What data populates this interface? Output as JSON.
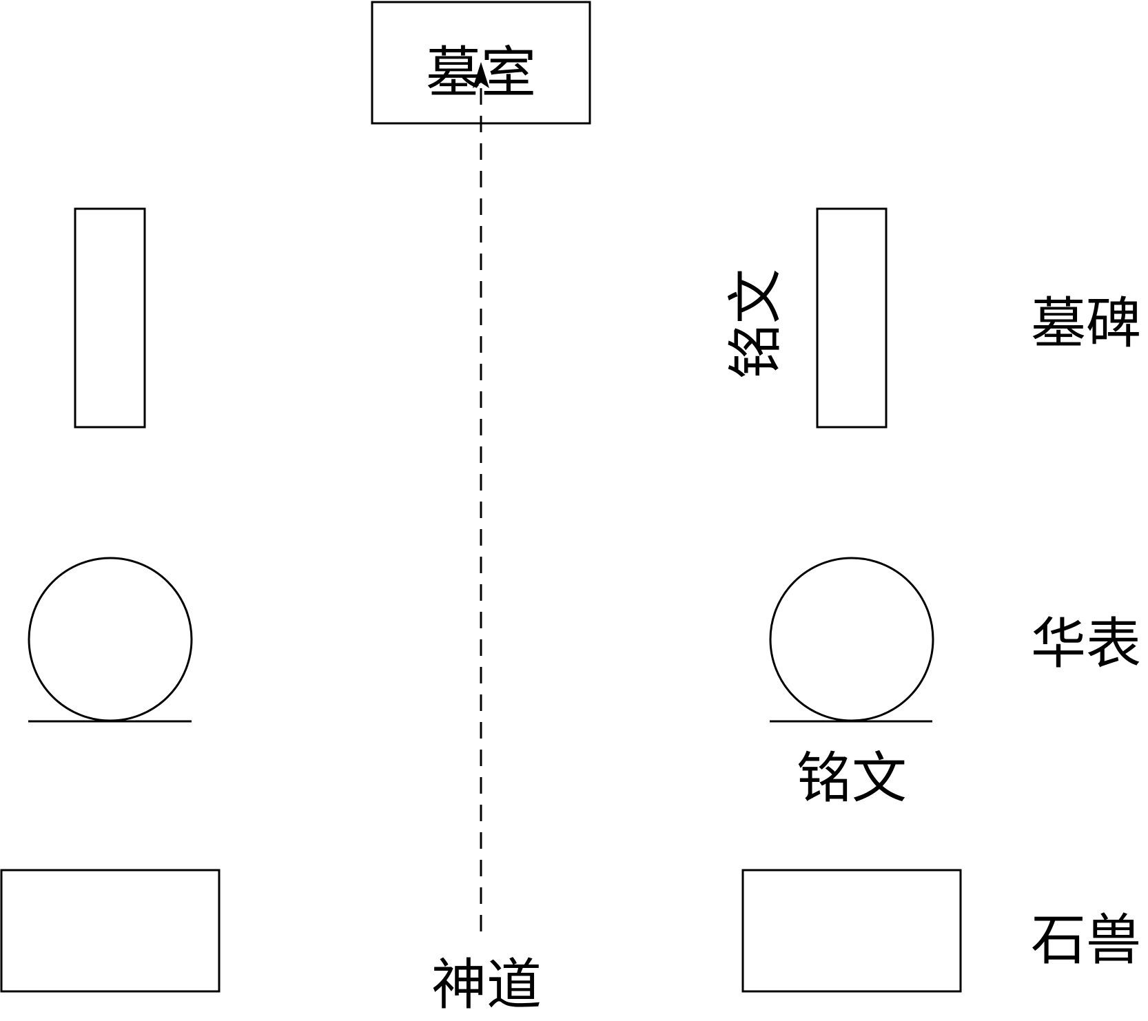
{
  "labels": {
    "tomb_chamber": "墓室",
    "spirit_way": "神道",
    "tombstone": "墓碑",
    "ornamental_column": "华表",
    "stone_beast": "石兽",
    "inscription_stele": "铭文",
    "inscription_column": "铭文"
  }
}
